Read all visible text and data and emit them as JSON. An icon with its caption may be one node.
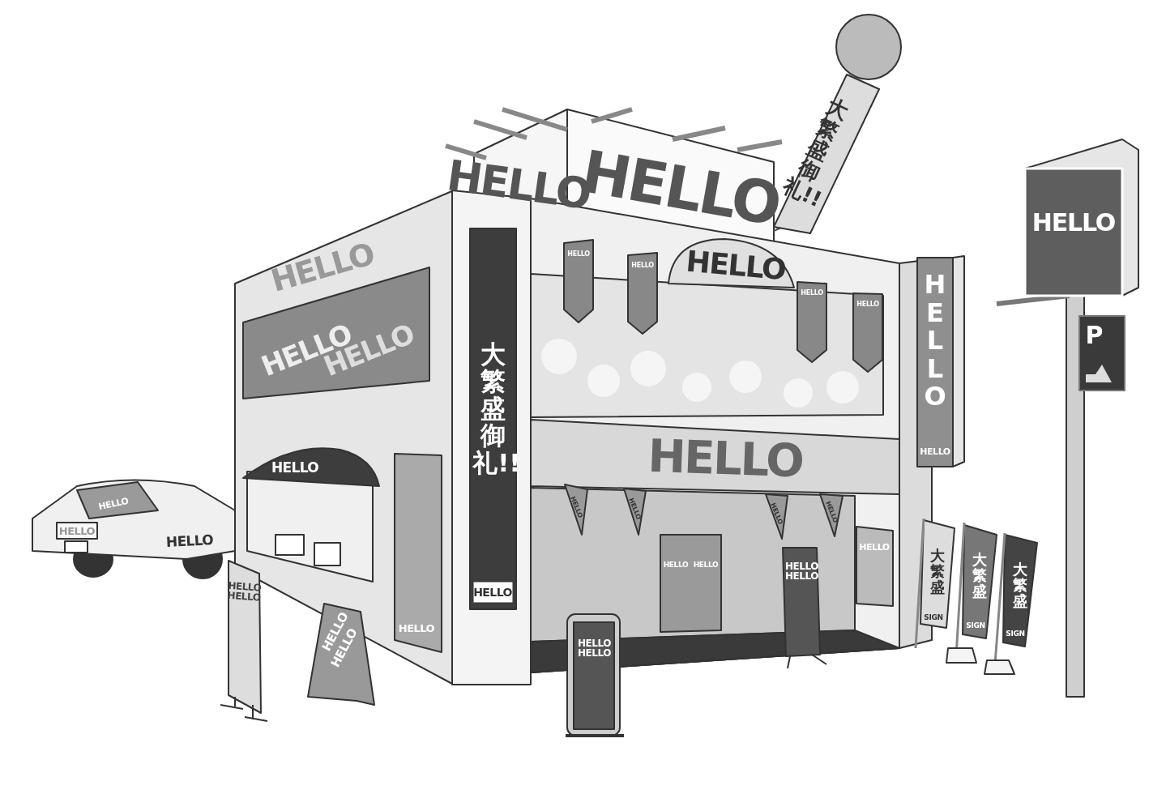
{
  "diagram": {
    "labels": [
      "大繁盛御礼!!",
      "HELLO",
      "HELLO",
      "HELLO",
      "HELLO",
      "大繁盛御礼!!",
      "HELLO",
      "HELLO",
      "HELLO",
      "HELLO",
      "HELLO",
      "HELLO",
      "HELLO",
      "HELLO",
      "P",
      "HELLO",
      "HELLO",
      "HELLO",
      "HELLO",
      "HELLO",
      "HELLO",
      "HELLO",
      "HELLO",
      "HELLO",
      "HELLO",
      "HELLO",
      "HELLO",
      "HELLO",
      "HELLO",
      "HELLO",
      "HELLO HELLO",
      "HELLO",
      "HELLO",
      "HELLO HELLO",
      "HELLO HELLO",
      "大繁盛",
      "SIGN",
      "大繁盛",
      "SIGN",
      "大繁盛",
      "SIGN"
    ]
  }
}
